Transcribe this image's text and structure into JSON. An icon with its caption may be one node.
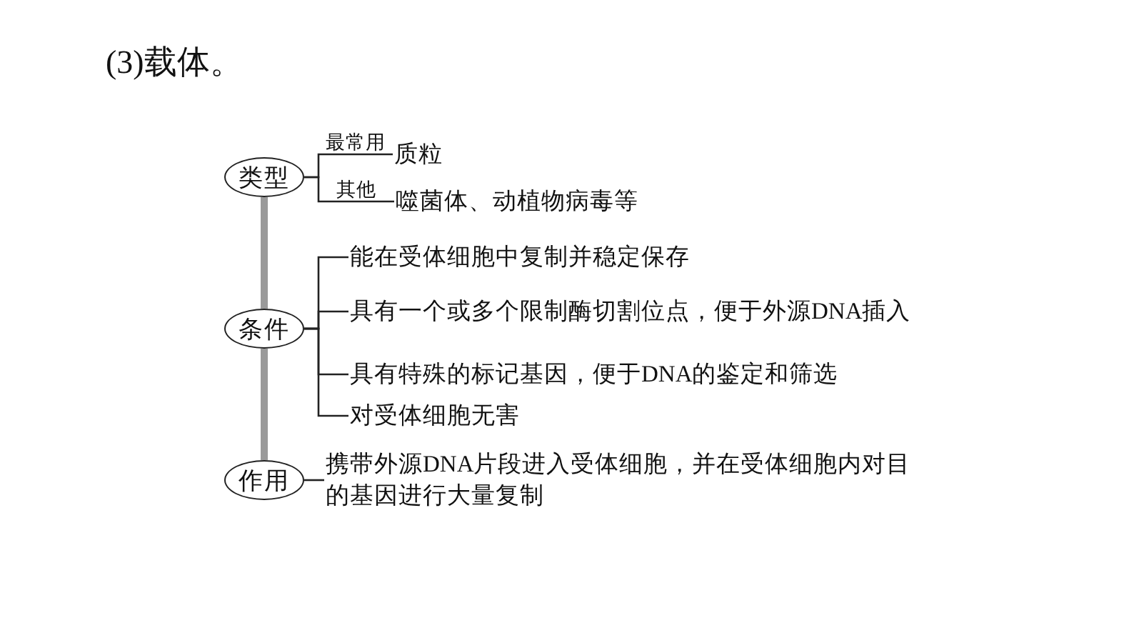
{
  "diagram": {
    "title": "(3)载体。",
    "nodes": [
      {
        "text": [
          "类型"
        ]
      },
      {
        "text": [
          "质粒"
        ]
      },
      {
        "text": [
          "噬菌体、动植物病毒等"
        ]
      },
      {
        "text": [
          "条件"
        ]
      },
      {
        "text": [
          "能在受体细胞中复制并稳定保存"
        ]
      },
      {
        "text": [
          "具有一个或多个限制酶切割位点，便于外源DNA插入"
        ]
      },
      {
        "text": [
          "具有特殊的标记基因，便于DNA的鉴定和筛选"
        ]
      },
      {
        "text": [
          "对受体细胞无害"
        ]
      },
      {
        "text": [
          "作用"
        ]
      },
      {
        "text": [
          "携带外源DNA片段进入受体细胞，并在受体细胞内对目的基因进行大量复制"
        ]
      }
    ],
    "edges": [
      {
        "from": 0,
        "to": 1,
        "arrow": "none",
        "label": "最常用"
      },
      {
        "from": 0,
        "to": 2,
        "arrow": "none",
        "label": "其他"
      },
      {
        "from": 0,
        "to": 3,
        "arrow": "none",
        "style": "thick",
        "color": "#9a9a9a"
      },
      {
        "from": 3,
        "to": 4,
        "arrow": "none"
      },
      {
        "from": 3,
        "to": 5,
        "arrow": "none"
      },
      {
        "from": 3,
        "to": 6,
        "arrow": "none"
      },
      {
        "from": 3,
        "to": 7,
        "arrow": "none"
      },
      {
        "from": 3,
        "to": 8,
        "arrow": "none",
        "style": "thick",
        "color": "#9a9a9a"
      },
      {
        "from": 8,
        "to": 9,
        "arrow": "none"
      }
    ]
  }
}
